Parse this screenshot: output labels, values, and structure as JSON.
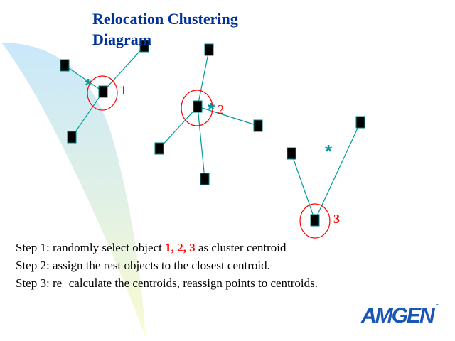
{
  "title": {
    "line1": "Relocation Clustering",
    "line2": "Diagram"
  },
  "colors": {
    "title": "#003399",
    "edge": "#009999",
    "node_fill": "#000000",
    "node_border": "#008080",
    "centroid_circle": "#ff0000",
    "cluster_label": "#ff0000",
    "star": "#009999",
    "logo": "#1a55b8"
  },
  "clusters": [
    {
      "label": "1",
      "centroid_node": "c1",
      "members": [
        "n1a",
        "n1b",
        "n1c"
      ]
    },
    {
      "label": "2",
      "centroid_node": "c2",
      "members": [
        "n2a",
        "n2b",
        "n2c",
        "n2d"
      ]
    },
    {
      "label": "3",
      "centroid_node": "c3",
      "members": [
        "n3a",
        "n3b"
      ]
    }
  ],
  "star_glyph": "*",
  "steps": [
    {
      "prefix": "Step 1: randomly select object ",
      "highlight": "1, 2, 3",
      "suffix": " as cluster centroid"
    },
    {
      "prefix": "Step 2: assign the rest objects to the closest centroid."
    },
    {
      "prefix": "Step 3: re−calculate the centroids, reassign points to centroids."
    }
  ],
  "logo": {
    "text": "AMGEN",
    "tm": "™"
  }
}
